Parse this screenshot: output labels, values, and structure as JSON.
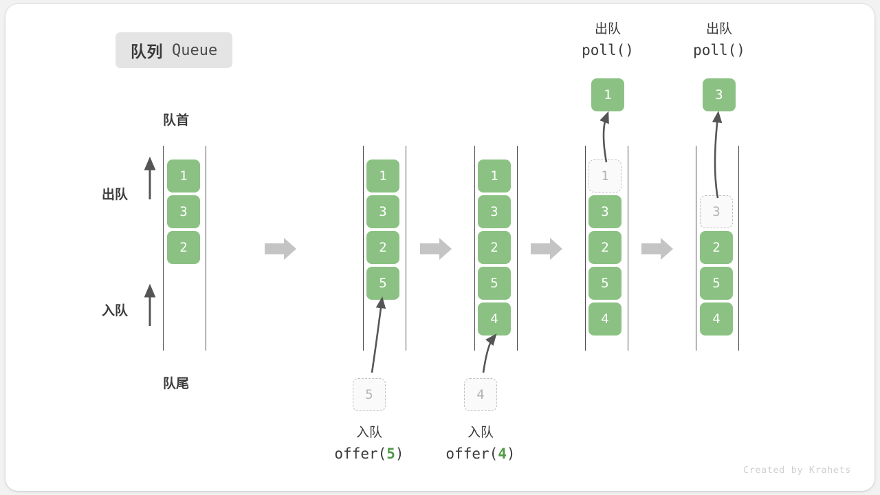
{
  "title": {
    "cn": "队列",
    "en": "Queue"
  },
  "labels": {
    "front": "队首",
    "rear": "队尾",
    "dequeue_side": "出队",
    "enqueue_side": "入队"
  },
  "watermark": "Created by Krahets",
  "colors": {
    "cell_green": "#8bc183",
    "cell_text": "#ffffff",
    "ghost_border": "#c2c2c2",
    "ghost_text": "#b4b4b4",
    "rail": "#4d4d4d",
    "step_arrow": "#c4c4c4",
    "accent_green": "#4f9a46",
    "badge_bg": "#e4e4e4",
    "text": "#3a3a3a"
  },
  "columns": [
    {
      "id": "state-initial",
      "cells": [
        {
          "value": "1",
          "state": "filled"
        },
        {
          "value": "3",
          "state": "filled"
        },
        {
          "value": "2",
          "state": "filled"
        }
      ],
      "incoming": null,
      "outgoing": null,
      "caption": null
    },
    {
      "id": "state-after-offer-5",
      "cells": [
        {
          "value": "1",
          "state": "filled"
        },
        {
          "value": "3",
          "state": "filled"
        },
        {
          "value": "2",
          "state": "filled"
        },
        {
          "value": "5",
          "state": "filled"
        }
      ],
      "incoming": {
        "value": "5",
        "state": "ghost"
      },
      "outgoing": null,
      "caption": {
        "cn": "入队",
        "fn": "offer(",
        "arg": "5",
        "fn_close": ")"
      }
    },
    {
      "id": "state-after-offer-4",
      "cells": [
        {
          "value": "1",
          "state": "filled"
        },
        {
          "value": "3",
          "state": "filled"
        },
        {
          "value": "2",
          "state": "filled"
        },
        {
          "value": "5",
          "state": "filled"
        },
        {
          "value": "4",
          "state": "filled"
        }
      ],
      "incoming": {
        "value": "4",
        "state": "ghost"
      },
      "outgoing": null,
      "caption": {
        "cn": "入队",
        "fn": "offer(",
        "arg": "4",
        "fn_close": ")"
      }
    },
    {
      "id": "state-after-poll-1",
      "cells": [
        {
          "value": "1",
          "state": "ghost"
        },
        {
          "value": "3",
          "state": "filled"
        },
        {
          "value": "2",
          "state": "filled"
        },
        {
          "value": "5",
          "state": "filled"
        },
        {
          "value": "4",
          "state": "filled"
        }
      ],
      "incoming": null,
      "outgoing": {
        "value": "1",
        "state": "filled"
      },
      "caption": {
        "cn": "出队",
        "fn": "poll(",
        "arg": "",
        "fn_close": ")"
      }
    },
    {
      "id": "state-after-poll-3",
      "cells": [
        {
          "value": "",
          "state": "empty"
        },
        {
          "value": "3",
          "state": "ghost"
        },
        {
          "value": "2",
          "state": "filled"
        },
        {
          "value": "5",
          "state": "filled"
        },
        {
          "value": "4",
          "state": "filled"
        }
      ],
      "incoming": null,
      "outgoing": {
        "value": "3",
        "state": "filled"
      },
      "caption": {
        "cn": "出队",
        "fn": "poll(",
        "arg": "",
        "fn_close": ")"
      }
    }
  ],
  "step_arrows": 4
}
